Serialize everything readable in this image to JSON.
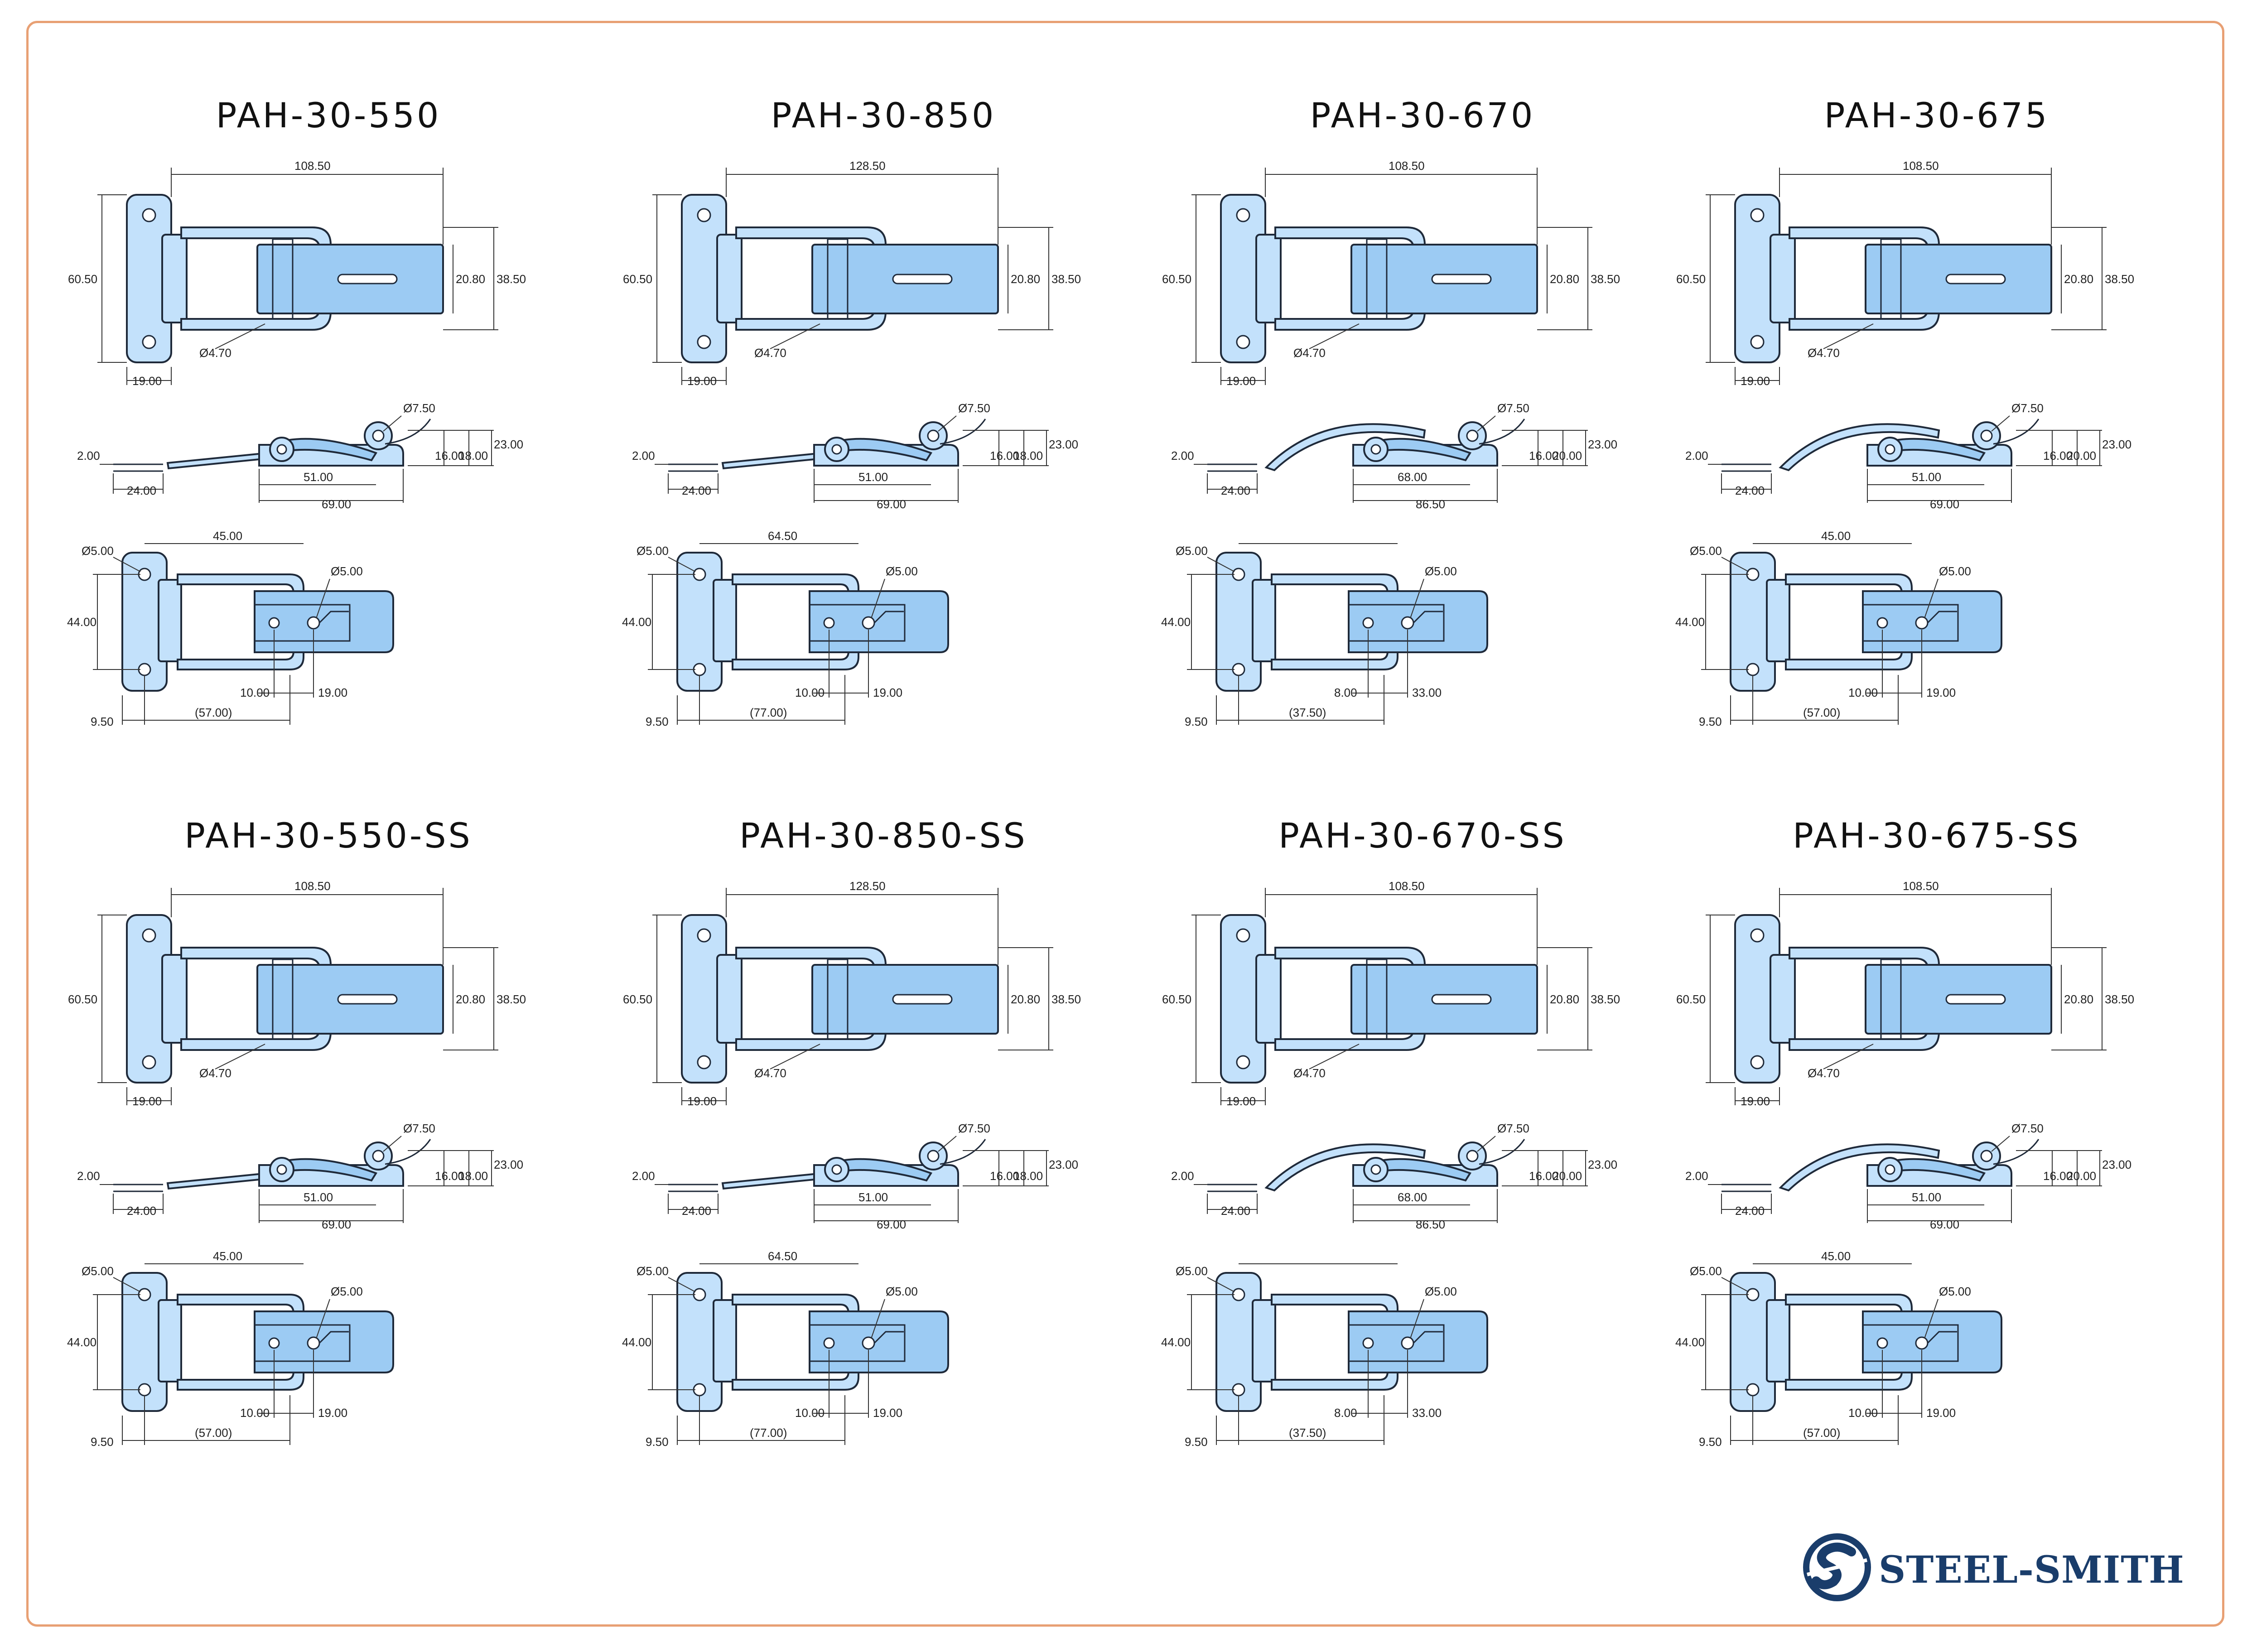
{
  "brand": {
    "name": "STEEL-SMITH",
    "color": "#1a3d6b",
    "border_color": "#e8a074",
    "part_fill": "#c3e1fb"
  },
  "products": [
    {
      "name": "PAH-30-550",
      "variant": "loop",
      "width": "108.50",
      "height": "60.50",
      "plate": "19.00",
      "hole": "Ø4.70",
      "w1": "20.80",
      "w2": "38.50",
      "pin": "Ø7.50",
      "thk": "2.00",
      "off": "24.00",
      "a": "51.00",
      "b": "69.00",
      "h1": "16.00",
      "h2": "18.00",
      "h3": "23.00",
      "bh": "Ø5.00",
      "br": "Ø5.00",
      "pitch": "45.00",
      "bhgt": "44.00",
      "c1": "10.00",
      "c2": "19.00",
      "e": "9.50",
      "f": "(57.00)"
    },
    {
      "name": "PAH-30-850",
      "variant": "loop",
      "width": "128.50",
      "height": "60.50",
      "plate": "19.00",
      "hole": "Ø4.70",
      "w1": "20.80",
      "w2": "38.50",
      "pin": "Ø7.50",
      "thk": "2.00",
      "off": "24.00",
      "a": "51.00",
      "b": "69.00",
      "h1": "16.00",
      "h2": "18.00",
      "h3": "23.00",
      "bh": "Ø5.00",
      "br": "Ø5.00",
      "pitch": "64.50",
      "bhgt": "44.00",
      "c1": "10.00",
      "c2": "19.00",
      "e": "9.50",
      "f": "(77.00)"
    },
    {
      "name": "PAH-30-670",
      "variant": "arc",
      "width": "108.50",
      "height": "60.50",
      "plate": "19.00",
      "hole": "Ø4.70",
      "w1": "20.80",
      "w2": "38.50",
      "pin": "Ø7.50",
      "thk": "2.00",
      "off": "24.00",
      "a": "68.00",
      "b": "86.50",
      "h1": "16.00",
      "h2": "20.00",
      "h3": "23.00",
      "bh": "Ø5.00",
      "br": "Ø5.00",
      "pitch": "",
      "bhgt": "44.00",
      "c1": "8.00",
      "c2": "33.00",
      "e": "9.50",
      "f": "(37.50)"
    },
    {
      "name": "PAH-30-675",
      "variant": "arc",
      "width": "108.50",
      "height": "60.50",
      "plate": "19.00",
      "hole": "Ø4.70",
      "w1": "20.80",
      "w2": "38.50",
      "pin": "Ø7.50",
      "thk": "2.00",
      "off": "24.00",
      "a": "51.00",
      "b": "69.00",
      "h1": "16.00",
      "h2": "20.00",
      "h3": "23.00",
      "bh": "Ø5.00",
      "br": "Ø5.00",
      "pitch": "45.00",
      "bhgt": "44.00",
      "c1": "10.00",
      "c2": "19.00",
      "e": "9.50",
      "f": "(57.00)"
    },
    {
      "name": "PAH-30-550-SS",
      "variant": "loop",
      "width": "108.50",
      "height": "60.50",
      "plate": "19.00",
      "hole": "Ø4.70",
      "w1": "20.80",
      "w2": "38.50",
      "pin": "Ø7.50",
      "thk": "2.00",
      "off": "24.00",
      "a": "51.00",
      "b": "69.00",
      "h1": "16.00",
      "h2": "18.00",
      "h3": "23.00",
      "bh": "Ø5.00",
      "br": "Ø5.00",
      "pitch": "45.00",
      "bhgt": "44.00",
      "c1": "10.00",
      "c2": "19.00",
      "e": "9.50",
      "f": "(57.00)"
    },
    {
      "name": "PAH-30-850-SS",
      "variant": "loop",
      "width": "128.50",
      "height": "60.50",
      "plate": "19.00",
      "hole": "Ø4.70",
      "w1": "20.80",
      "w2": "38.50",
      "pin": "Ø7.50",
      "thk": "2.00",
      "off": "24.00",
      "a": "51.00",
      "b": "69.00",
      "h1": "16.00",
      "h2": "18.00",
      "h3": "23.00",
      "bh": "Ø5.00",
      "br": "Ø5.00",
      "pitch": "64.50",
      "bhgt": "44.00",
      "c1": "10.00",
      "c2": "19.00",
      "e": "9.50",
      "f": "(77.00)"
    },
    {
      "name": "PAH-30-670-SS",
      "variant": "arc",
      "width": "108.50",
      "height": "60.50",
      "plate": "19.00",
      "hole": "Ø4.70",
      "w1": "20.80",
      "w2": "38.50",
      "pin": "Ø7.50",
      "thk": "2.00",
      "off": "24.00",
      "a": "68.00",
      "b": "86.50",
      "h1": "16.00",
      "h2": "20.00",
      "h3": "23.00",
      "bh": "Ø5.00",
      "br": "Ø5.00",
      "pitch": "",
      "bhgt": "44.00",
      "c1": "8.00",
      "c2": "33.00",
      "e": "9.50",
      "f": "(37.50)"
    },
    {
      "name": "PAH-30-675-SS",
      "variant": "arc",
      "width": "108.50",
      "height": "60.50",
      "plate": "19.00",
      "hole": "Ø4.70",
      "w1": "20.80",
      "w2": "38.50",
      "pin": "Ø7.50",
      "thk": "2.00",
      "off": "24.00",
      "a": "51.00",
      "b": "69.00",
      "h1": "16.00",
      "h2": "20.00",
      "h3": "23.00",
      "bh": "Ø5.00",
      "br": "Ø5.00",
      "pitch": "45.00",
      "bhgt": "44.00",
      "c1": "10.00",
      "c2": "19.00",
      "e": "9.50",
      "f": "(57.00)"
    }
  ]
}
